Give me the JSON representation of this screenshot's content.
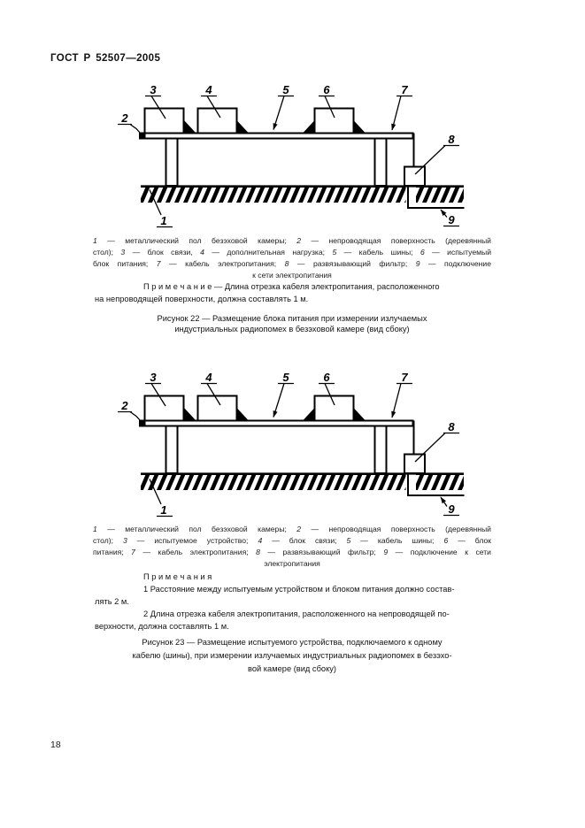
{
  "page": {
    "header": "ГОСТ Р 52507—2005",
    "page_number": "18"
  },
  "figure22": {
    "callouts": [
      "1",
      "2",
      "3",
      "4",
      "5",
      "6",
      "7",
      "8",
      "9"
    ],
    "legend_lines": [
      "1 — металлический пол безэховой камеры; 2 — непроводящая поверхность (деревянный",
      "стол); 3 — блок связи, 4 — дополнительная нагрузка; 5 — кабель шины; 6 — испытуемый",
      "блок питания; 7 — кабель электропитания; 8 — развязывающий фильтр; 9 — подключение",
      "к сети электропитания"
    ],
    "note_lines": [
      "П р и м е ч а н и е — Длина отрезка кабеля электропитания, расположенного",
      "на непроводящей поверхности, должна составлять 1 м."
    ],
    "caption_lines": [
      "Рисунок 22 — Размещение блока питания при измерении излучаемых",
      "индустриальных радиопомех в безэховой камере (вид сбоку)"
    ]
  },
  "figure23": {
    "callouts": [
      "1",
      "2",
      "3",
      "4",
      "5",
      "6",
      "7",
      "8",
      "9"
    ],
    "legend_lines": [
      "1 — металлический пол безэховой камеры; 2 — непроводящая поверхность (деревянный",
      "стол); 3 — испытуемое устройство; 4 — блок связи; 5 — кабель шины; 6 — блок",
      "питания; 7 — кабель электропитания; 8 — развязывающий фильтр; 9 — подключение к сети",
      "электропитания"
    ],
    "notes_heading": "П р и м е ч а н и я",
    "note_lines": [
      "1 Расстояние между испытуемым устройством и блоком питания должно состав-",
      "лять 2 м.",
      "2 Длина отрезка кабеля электропитания, расположенного на непроводящей по-",
      "верхности, должна составлять 1 м."
    ],
    "caption_lines": [
      "Рисунок 23 — Размещение испытуемого устройства, подключаемого к одному",
      "кабелю (шины), при измерении излучаемых индустриальных радиопомех в безэхо-",
      "вой камере (вид сбоку)"
    ]
  }
}
